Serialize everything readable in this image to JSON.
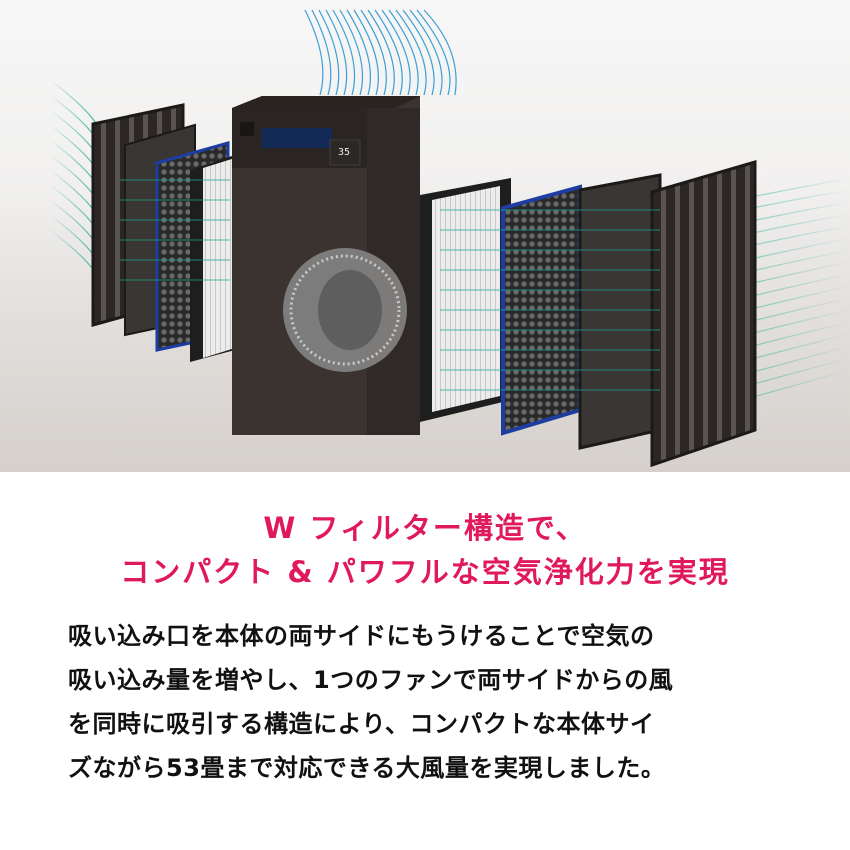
{
  "hero": {
    "subject": "air purifier exploded view with W filter structure",
    "display_value": "35",
    "colors": {
      "airflow_teal": "#1aa88f",
      "airflow_blue": "#1e8fd0",
      "unit_body": "#3b3330",
      "filter_frame_blue": "#1e3da0",
      "background": "#e6e3e0"
    }
  },
  "headline": {
    "line1": "W フィルター構造で、",
    "line2": "コンパクト & パワフルな空気浄化力を実現",
    "color": "#e0195f"
  },
  "description": {
    "lines": [
      "吸い込み口を本体の両サイドにもうけることで空気の",
      "吸い込み量を増やし、1つのファンで両サイドからの風",
      "を同時に吸引する構造により、コンパクトな本体サイ",
      "ズながら53畳まで対応できる大風量を実現しました。"
    ]
  }
}
